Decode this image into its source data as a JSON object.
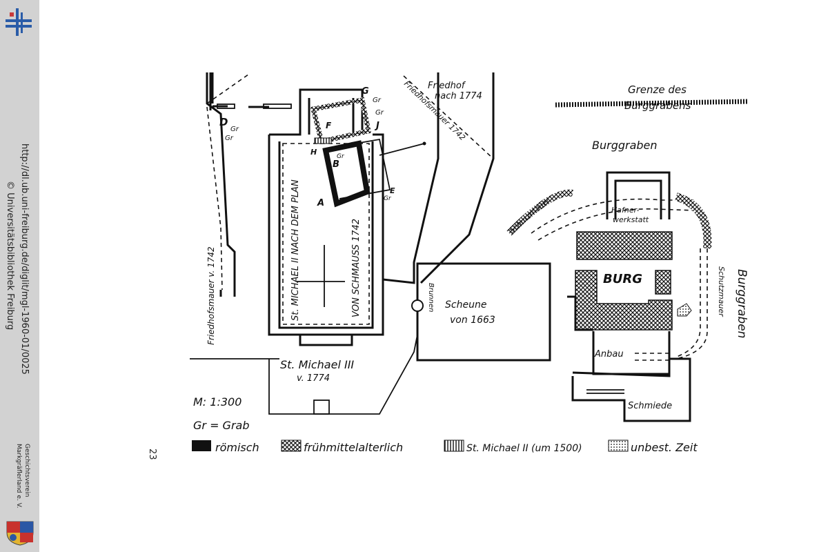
{
  "sidebar": {
    "url": "http://dl.ub.uni-freiburg.de/diglit/mgl-1960-01/0025",
    "copyright": "© Universitätsbibliothek Freiburg",
    "society_line1": "Geschichtsverein",
    "society_line2": "Markgräflerland e. V.",
    "logo_icon": "ub-freiburg-logo-icon",
    "crest_icon": "coat-of-arms-icon"
  },
  "page": {
    "number": "23"
  },
  "plan": {
    "labels": {
      "grenze_line1": "Grenze des",
      "grenze_line2": "Burggrabens",
      "burggraben_top": "Burggraben",
      "burggraben_right": "Burggraben",
      "friedhof_line1": "Friedhof",
      "friedhof_line2": "nach 1774",
      "friedhofsmauer_1742_diag": "Friedhofsmauer 1742",
      "friedhofsmauer_1742_left": "Friedhofsmauer v. 1742",
      "st_michael_ii": "St. MICHAEL II NACH DEM PLAN",
      "von_schmauss": "VON SCHMAUSS 1742",
      "st_michael_iii_line1": "St. Michael III",
      "st_michael_iii_line2": "v. 1774",
      "brunnen": "Brunnen",
      "scheune_line1": "Scheune",
      "scheune_line2": "von 1663",
      "schutzmauer_left": "Schutzmauer",
      "schutzmauer_right": "Schutzmauer",
      "hafnerwerkstatt_line1": "Hafner-",
      "hafnerwerkstatt_line2": "werkstatt",
      "burg": "BURG",
      "anbau": "Anbau",
      "schmiede": "Schmiede",
      "scale": "M: 1:300",
      "grab_def": "Gr = Grab",
      "letters": {
        "A": "A",
        "B": "B",
        "D": "D",
        "E": "E",
        "F": "F",
        "G": "G",
        "H": "H",
        "J": "J",
        "Gr": "Gr"
      }
    },
    "legend": [
      {
        "pattern": "solid",
        "label": "römisch"
      },
      {
        "pattern": "crosshatch",
        "label": "frühmittelalterlich"
      },
      {
        "pattern": "vertical",
        "label": "St. Michael II (um 1500)"
      },
      {
        "pattern": "dotted",
        "label": "unbest. Zeit"
      }
    ]
  }
}
